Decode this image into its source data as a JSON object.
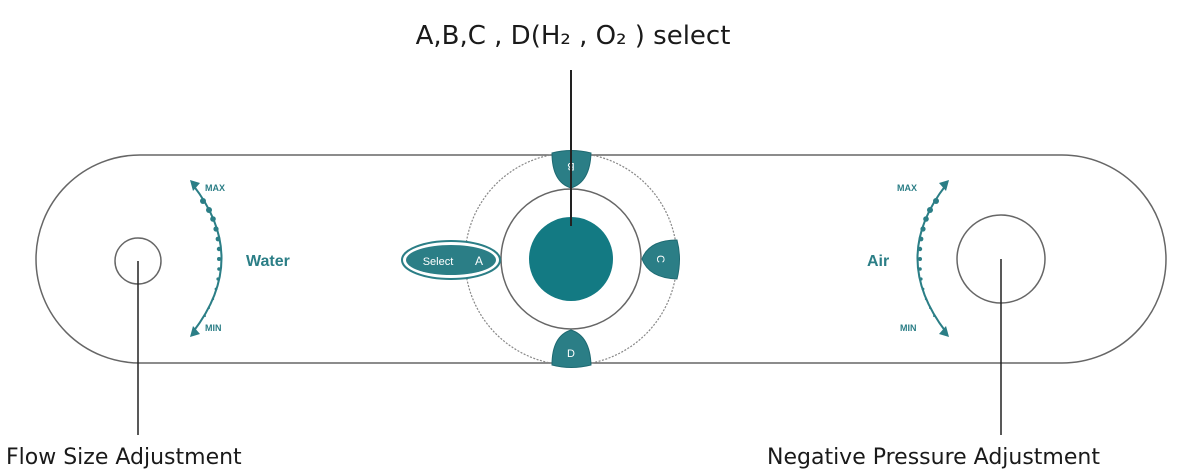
{
  "callouts": {
    "top": "A,B,C , D(H₂ , O₂ ) select",
    "bottom_left": "Flow Size Adjustment",
    "bottom_right": "Negative Pressure Adjustment"
  },
  "panel": {
    "water_label": "Water",
    "air_label": "Air",
    "scale_max": "MAX",
    "scale_min": "MIN",
    "select_label": "Select",
    "buttons": {
      "a": "A",
      "b": "B",
      "c": "C",
      "d": "D"
    }
  },
  "colors": {
    "accent": "#2b7e86",
    "accent_dark": "#1e6a72",
    "outline": "#555555"
  }
}
